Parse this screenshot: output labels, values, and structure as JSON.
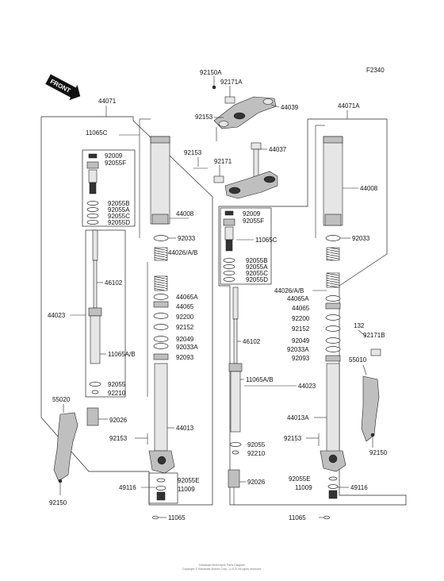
{
  "diagram": {
    "figure_id": "F2340",
    "front_label": "FRONT",
    "footer": [
      "Kawasaki Motorcycle Parts Diagram",
      "Copyright © Kawasaki Motors Corp., U.S.A. All rights reserved."
    ],
    "callouts": {
      "p92150A": "92150A",
      "p92171A": "92171A",
      "p44039": "44039",
      "p92153_top": "92153",
      "p44037": "44037",
      "p92153_stem": "92153",
      "p92171": "92171",
      "L_44071": "44071",
      "L_11065C": "11065C",
      "L_92009": "92009",
      "L_92055F": "92055F",
      "L_92055B": "92055B",
      "L_92055A": "92055A",
      "L_92055C": "92055C",
      "L_92055D": "92055D",
      "L_44008": "44008",
      "L_92033": "92033",
      "L_44026": "44026/A/B",
      "L_46102": "46102",
      "L_44065A": "44065A",
      "L_44065": "44065",
      "L_44023": "44023",
      "L_92200": "92200",
      "L_92152": "92152",
      "L_92049": "92049",
      "L_92033A": "92033A",
      "L_92093": "92093",
      "L_11065AB": "11065A/B",
      "L_92055": "92055",
      "L_92210": "92210",
      "L_92026": "92026",
      "L_44013": "44013",
      "L_92153": "92153",
      "L_55020": "55020",
      "L_92150": "92150",
      "L_92055E": "92055E",
      "L_49116": "49116",
      "L_11009": "11009",
      "L_11065": "11065",
      "R_44071A": "44071A",
      "R_44008": "44008",
      "R_92033": "92033",
      "R_92009": "92009",
      "R_92055F": "92055F",
      "R_11065C": "11065C",
      "R_92055B": "92055B",
      "R_92055A": "92055A",
      "R_92055C": "92055C",
      "R_92055D": "92055D",
      "R_44026": "44026/A/B",
      "R_44065A": "44065A",
      "R_44065": "44065",
      "R_92200": "92200",
      "R_92152": "92152",
      "R_92049": "92049",
      "R_92033A": "92033A",
      "R_92093": "92093",
      "R_46102": "46102",
      "R_11065AB": "11065A/B",
      "R_44023": "44023",
      "R_44013A": "44013A",
      "R_92153": "92153",
      "R_92055": "92055",
      "R_92210": "92210",
      "R_92026": "92026",
      "R_92055E": "92055E",
      "R_49116": "49116",
      "R_11009": "11009",
      "R_11065": "11065",
      "R_132": "132",
      "R_92171B": "92171B",
      "R_55010": "55010",
      "R_92150": "92150"
    }
  }
}
